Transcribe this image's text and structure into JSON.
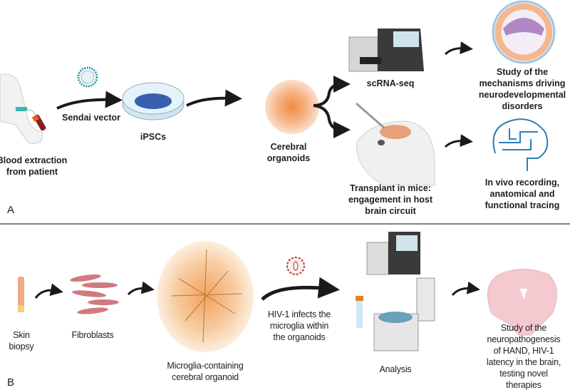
{
  "panel_a": {
    "letter": "A",
    "steps": {
      "blood": [
        "Blood extraction",
        "from patient"
      ],
      "vector": "Sendai vector",
      "ipscs": "iPSCs",
      "organoids": [
        "Cerebral",
        "organoids"
      ],
      "scrna": "scRNA-seq",
      "transplant": [
        "Transplant in mice:",
        "engagement in host",
        "brain circuit"
      ],
      "mechanisms": [
        "Study of the",
        "mechanisms driving",
        "neurodevelopmental",
        "disorders"
      ],
      "invivo": [
        "In vivo recording,",
        "anatomical and",
        "functional tracing"
      ]
    }
  },
  "panel_b": {
    "letter": "B",
    "steps": {
      "skin": [
        "Skin",
        "biopsy"
      ],
      "fibroblasts": "Fibroblasts",
      "organoid": [
        "Microglia-containing",
        "cerebral organoid"
      ],
      "hiv": [
        "HIV-1 infects the",
        "microglia within",
        "the organoids"
      ],
      "analysis": "Analysis",
      "study": [
        "Study of the",
        "neuropathogenesis",
        "of HAND, HIV-1",
        "latency in the brain,",
        "testing novel",
        "therapies"
      ]
    }
  },
  "colors": {
    "arrow": "#1a1a1a",
    "sendai_virus": "#2a9aa5",
    "ipsc_cells": "#3a5fb0",
    "organoid": "#f3a06a",
    "hiv_virus": "#b8333a",
    "brain_circuit": "#2f7fb8",
    "brain_tissue": "#f4c9cf",
    "divider": "#555555"
  }
}
